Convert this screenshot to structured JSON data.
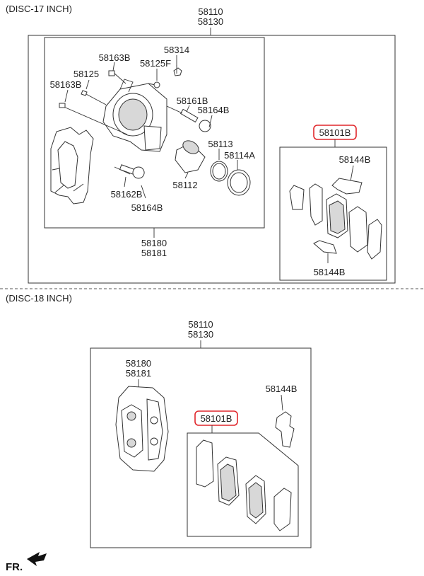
{
  "sections": {
    "disc17": {
      "title": "(DISC-17 INCH)",
      "assembly": [
        "58110",
        "58130"
      ],
      "caliper": [
        "58180",
        "58181"
      ],
      "pad_kit": "58101B",
      "parts": {
        "p58314": "58314",
        "p58163B_a": "58163B",
        "p58125F": "58125F",
        "p58125": "58125",
        "p58163B_b": "58163B",
        "p58161B": "58161B",
        "p58164B_a": "58164B",
        "p58113": "58113",
        "p58114A": "58114A",
        "p58112": "58112",
        "p58162B": "58162B",
        "p58164B_b": "58164B",
        "p58144B_a": "58144B",
        "p58144B_b": "58144B"
      }
    },
    "disc18": {
      "title": "(DISC-18 INCH)",
      "assembly": [
        "58110",
        "58130"
      ],
      "caliper": [
        "58180",
        "58181"
      ],
      "pad_kit": "58101B",
      "clip": "58144B"
    }
  },
  "direction_marker": "FR.",
  "colors": {
    "highlight": "#e0262b",
    "line": "#333333"
  }
}
